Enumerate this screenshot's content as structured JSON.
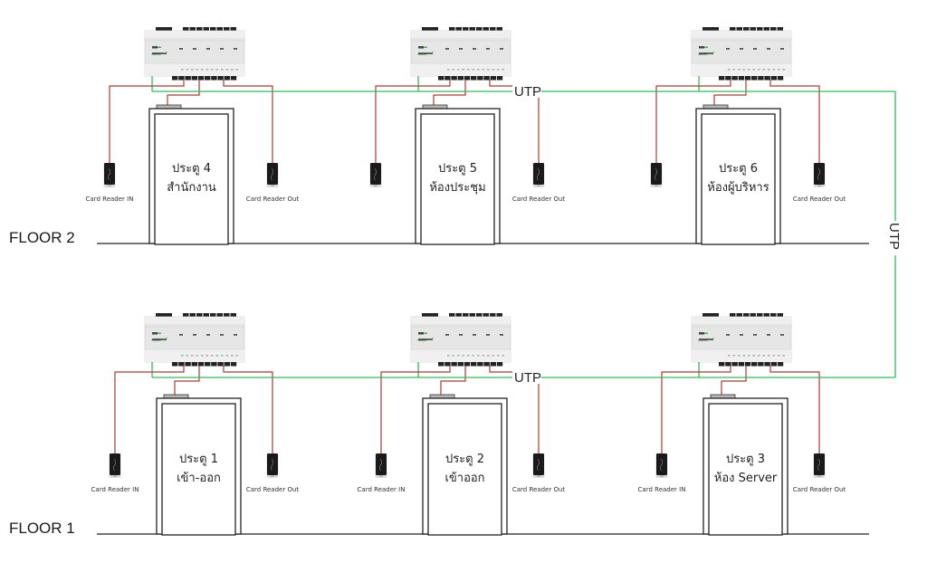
{
  "title": "Access control wiring diagram (2 floors, 6 doors)",
  "colors": {
    "utp_cable": "#2bbf5a",
    "wire": "#b03a32",
    "line": "#222222",
    "reader_body": "#1a1a1a",
    "controller_body": "#e6e6e6",
    "lock": "#b8b8b8"
  },
  "network_label": "UTP",
  "floors": [
    {
      "label": "FLOOR 2",
      "doors": [
        {
          "title": "ประตู 4",
          "subtitle": "สำนักงาน",
          "reader_in_label": "Card Reader IN",
          "reader_out_label": "Card Reader Out"
        },
        {
          "title": "ประตู 5",
          "subtitle": "ห้องประชุม",
          "reader_in_label": "",
          "reader_out_label": "Card Reader Out"
        },
        {
          "title": "ประตู 6",
          "subtitle": "ห้องผู้บริหาร",
          "reader_in_label": "",
          "reader_out_label": "Card Reader Out"
        }
      ]
    },
    {
      "label": "FLOOR 1",
      "doors": [
        {
          "title": "ประตู 1",
          "subtitle": "เข้า-ออก",
          "reader_in_label": "Card Reader IN",
          "reader_out_label": "Card Reader Out"
        },
        {
          "title": "ประตู 2",
          "subtitle": "เข้าออก",
          "reader_in_label": "Card Reader IN",
          "reader_out_label": "Card Reader Out"
        },
        {
          "title": "ประตู 3",
          "subtitle": "ห้อง Server",
          "reader_in_label": "Card Reader IN",
          "reader_out_label": "Card Reader Out"
        }
      ]
    }
  ]
}
